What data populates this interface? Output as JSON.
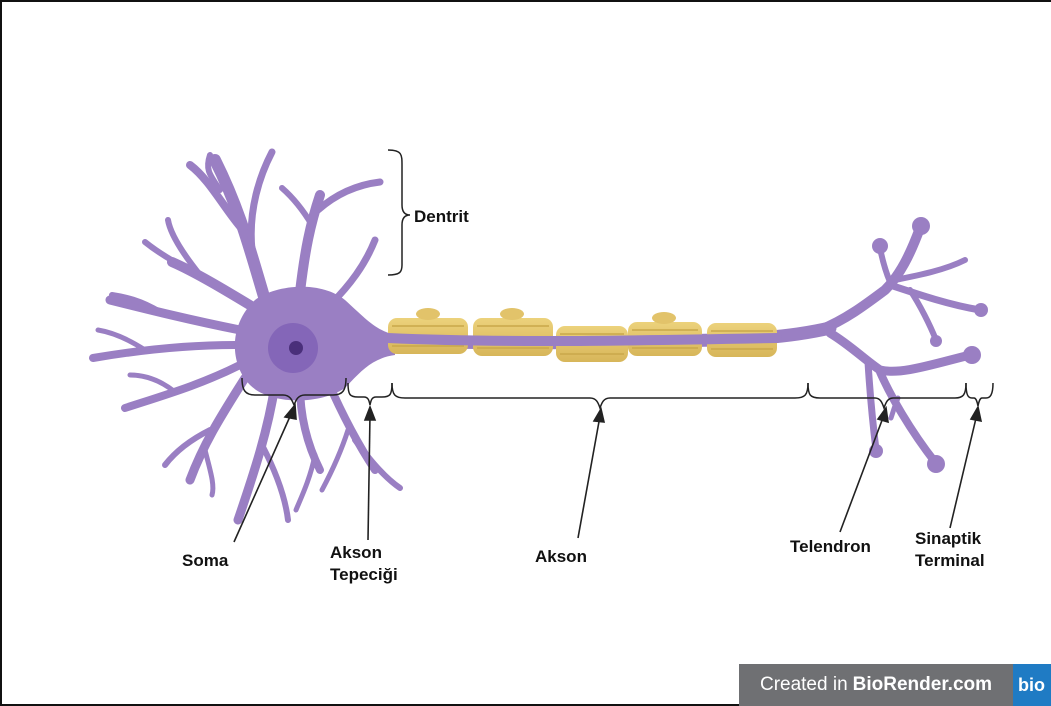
{
  "labels": {
    "dentrit": "Dentrit",
    "soma": "Soma",
    "akson_tepecigi_line1": "Akson",
    "akson_tepecigi_line2": "Tepeciği",
    "akson": "Akson",
    "telendron": "Telendron",
    "sinaptik_line1": "Sinaptik",
    "sinaptik_line2": "Terminal"
  },
  "badge": {
    "prefix": "Created in",
    "brand": "BioRender.com",
    "logo": "bio"
  },
  "colors": {
    "neuron": "#9a7fc3",
    "neuron_outline": "#8a6cb7",
    "nucleus_ring": "#7d5fae",
    "nucleolus": "#4a2f7a",
    "myelin": "#e2c36a",
    "myelin_stripe": "#c9a84a",
    "badge_bg": "#6f7073",
    "badge_logo_bg": "#1f7bc4"
  }
}
